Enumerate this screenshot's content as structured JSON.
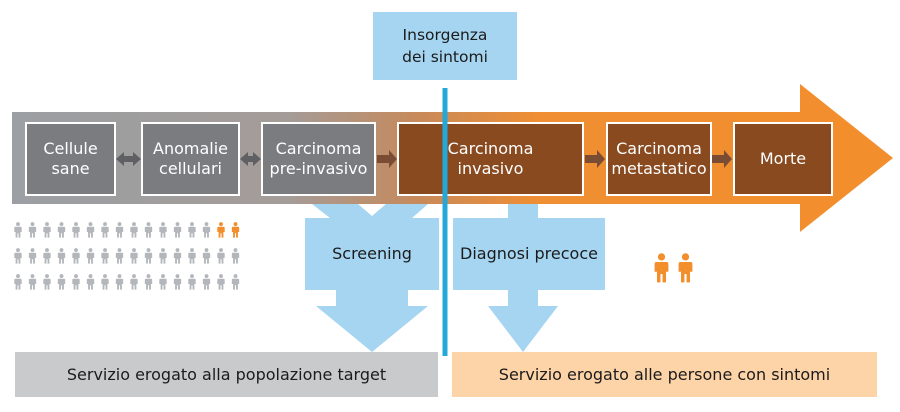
{
  "symptom_onset": "Insorgenza\ndei sintomi",
  "stages": [
    {
      "label": "Cellule\nsane"
    },
    {
      "label": "Anomalie\ncellulari"
    },
    {
      "label": "Carcinoma\npre-invasivo"
    },
    {
      "label": "Carcinoma\ninvasivo"
    },
    {
      "label": "Carcinoma\nmetastatico"
    },
    {
      "label": "Morte"
    }
  ],
  "interventions": {
    "screening": "Screening",
    "early_diagnosis": "Diagnosi precoce"
  },
  "services": {
    "target_population": "Servizio erogato alla popolazione target",
    "symptomatic_people": "Servizio erogato alle persone con sintomi"
  },
  "population_icons": {
    "total": 48,
    "highlighted": 2
  },
  "colors": {
    "early_stage": "#7b7c80",
    "late_stage": "#8a4a1f",
    "arrow_gray": "#9a9ea3",
    "arrow_orange": "#f28e2b",
    "callout_blue": "#a6d5f2",
    "divider_blue": "#25a8d8",
    "footer_gray": "#c9cacc",
    "footer_peach": "#fdd3a8",
    "person_gray": "#b3b6ba",
    "person_orange": "#f28e2b"
  }
}
